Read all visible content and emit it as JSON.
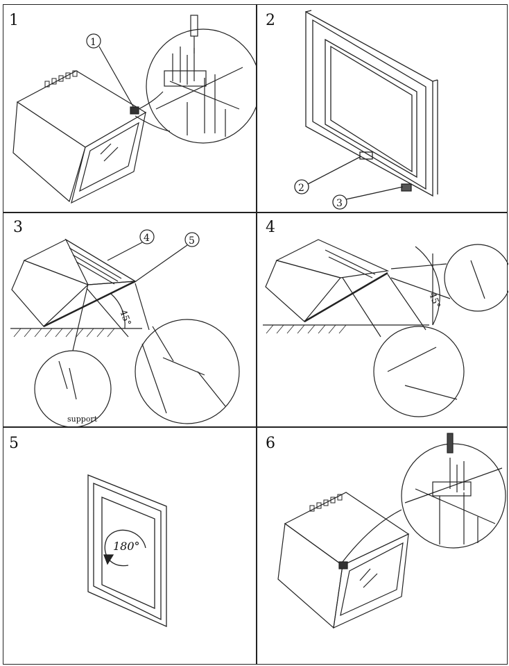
{
  "steps": [
    {
      "number": "1",
      "callouts": [
        "1"
      ]
    },
    {
      "number": "2",
      "callouts": [
        "2",
        "3"
      ]
    },
    {
      "number": "3",
      "callouts": [
        "4",
        "5"
      ],
      "angle": "45°",
      "note": "support"
    },
    {
      "number": "4",
      "angle": "45°"
    },
    {
      "number": "5",
      "rotation": "180°"
    },
    {
      "number": "6"
    }
  ]
}
